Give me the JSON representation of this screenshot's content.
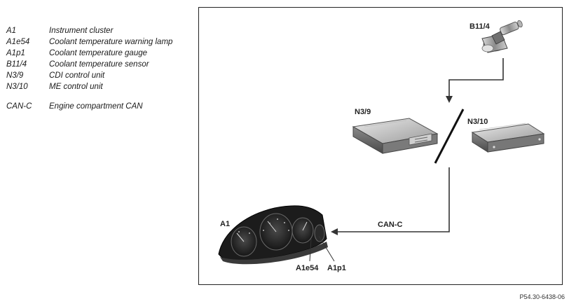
{
  "legend": [
    {
      "code": "A1",
      "desc": "Instrument cluster"
    },
    {
      "code": "A1e54",
      "desc": "Coolant temperature warning lamp"
    },
    {
      "code": "A1p1",
      "desc": "Coolant temperature gauge"
    },
    {
      "code": "B11/4",
      "desc": "Coolant temperature sensor"
    },
    {
      "code": "N3/9",
      "desc": "CDI control unit"
    },
    {
      "code": "N3/10",
      "desc": "ME control unit"
    },
    {
      "code": "CAN-C",
      "desc": "Engine compartment CAN"
    }
  ],
  "diagram": {
    "labels": {
      "b11_4": "B11/4",
      "n3_9": "N3/9",
      "n3_10": "N3/10",
      "can_c": "CAN-C",
      "a1": "A1",
      "a1e54": "A1e54",
      "a1p1": "A1p1"
    }
  },
  "reference": "P54.30-6438-06"
}
